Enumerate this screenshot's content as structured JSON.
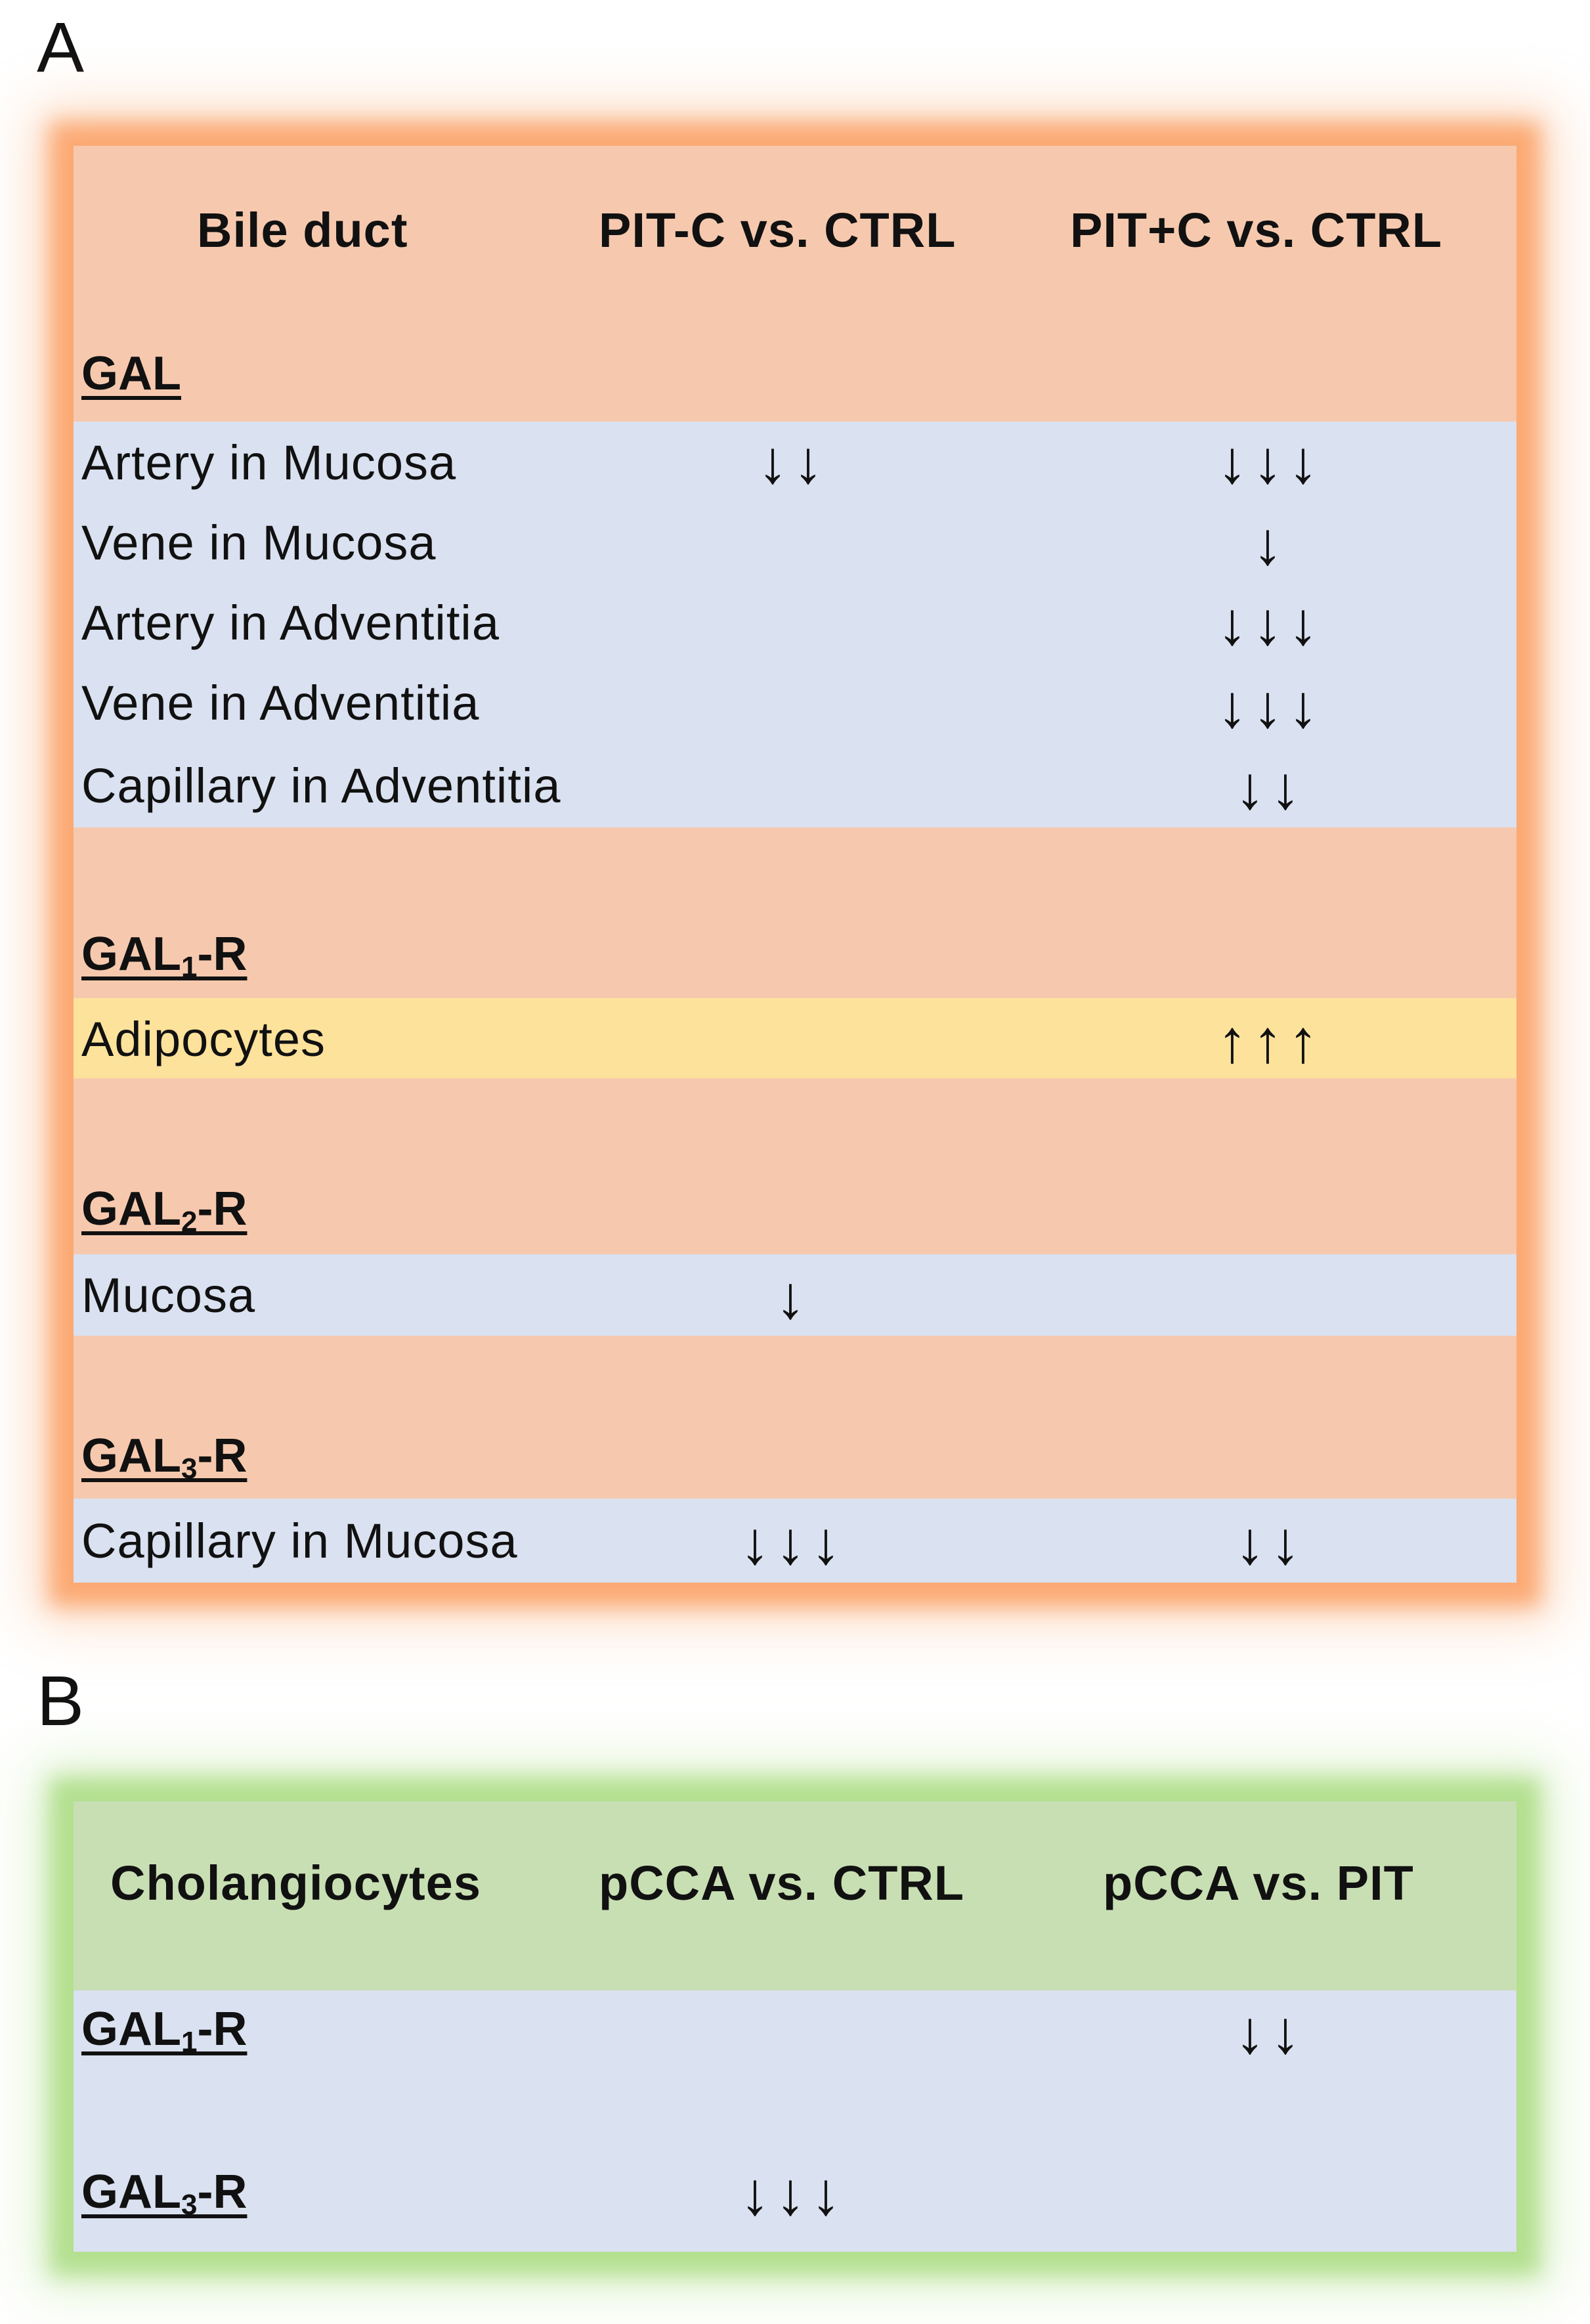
{
  "panel_a": {
    "letter": "A",
    "headers": [
      "Bile duct",
      "PIT-C vs. CTRL",
      "PIT+C vs. CTRL"
    ],
    "groups": {
      "gal": {
        "name": "GAL"
      },
      "gal1r": {
        "prefix": "GAL",
        "sub": "1",
        "suffix": "-R"
      },
      "gal2r": {
        "prefix": "GAL",
        "sub": "2",
        "suffix": "-R"
      },
      "gal3r": {
        "prefix": "GAL",
        "sub": "3",
        "suffix": "-R"
      }
    },
    "rows": [
      {
        "label": "Artery in Mucosa",
        "pitc": "↓↓",
        "pitpc": "↓↓↓"
      },
      {
        "label": "Vene in Mucosa",
        "pitc": "",
        "pitpc": "↓"
      },
      {
        "label": "Artery in Adventitia",
        "pitc": "",
        "pitpc": "↓↓↓"
      },
      {
        "label": "Vene in Adventitia",
        "pitc": "",
        "pitpc": "↓↓↓"
      },
      {
        "label": "Capillary in Adventitia",
        "pitc": "",
        "pitpc": "↓↓"
      },
      {
        "label": "Adipocytes",
        "pitc": "",
        "pitpc": "↑↑↑"
      },
      {
        "label": "Mucosa",
        "pitc": "↓",
        "pitpc": ""
      },
      {
        "label": "Capillary in Mucosa",
        "pitc": "↓↓↓",
        "pitpc": "↓↓"
      }
    ]
  },
  "panel_b": {
    "letter": "B",
    "headers": [
      "Cholangiocytes",
      "pCCA vs. CTRL",
      "pCCA vs. PIT"
    ],
    "groups": {
      "gal1r": {
        "prefix": "GAL",
        "sub": "1",
        "suffix": "-R"
      },
      "gal3r": {
        "prefix": "GAL",
        "sub": "3",
        "suffix": "-R"
      }
    },
    "rows": [
      {
        "ctrl": "",
        "pit": "↓↓"
      },
      {
        "ctrl": "↓↓↓",
        "pit": ""
      }
    ]
  },
  "colors": {
    "panel_a_bg": "#f6c9ae",
    "panel_a_glow": "#f7a26a",
    "panel_b_bg": "#c8dfb3",
    "panel_b_glow": "#a9dc87",
    "row_blue": "#dae1f0",
    "row_yellow": "#fde29b"
  }
}
